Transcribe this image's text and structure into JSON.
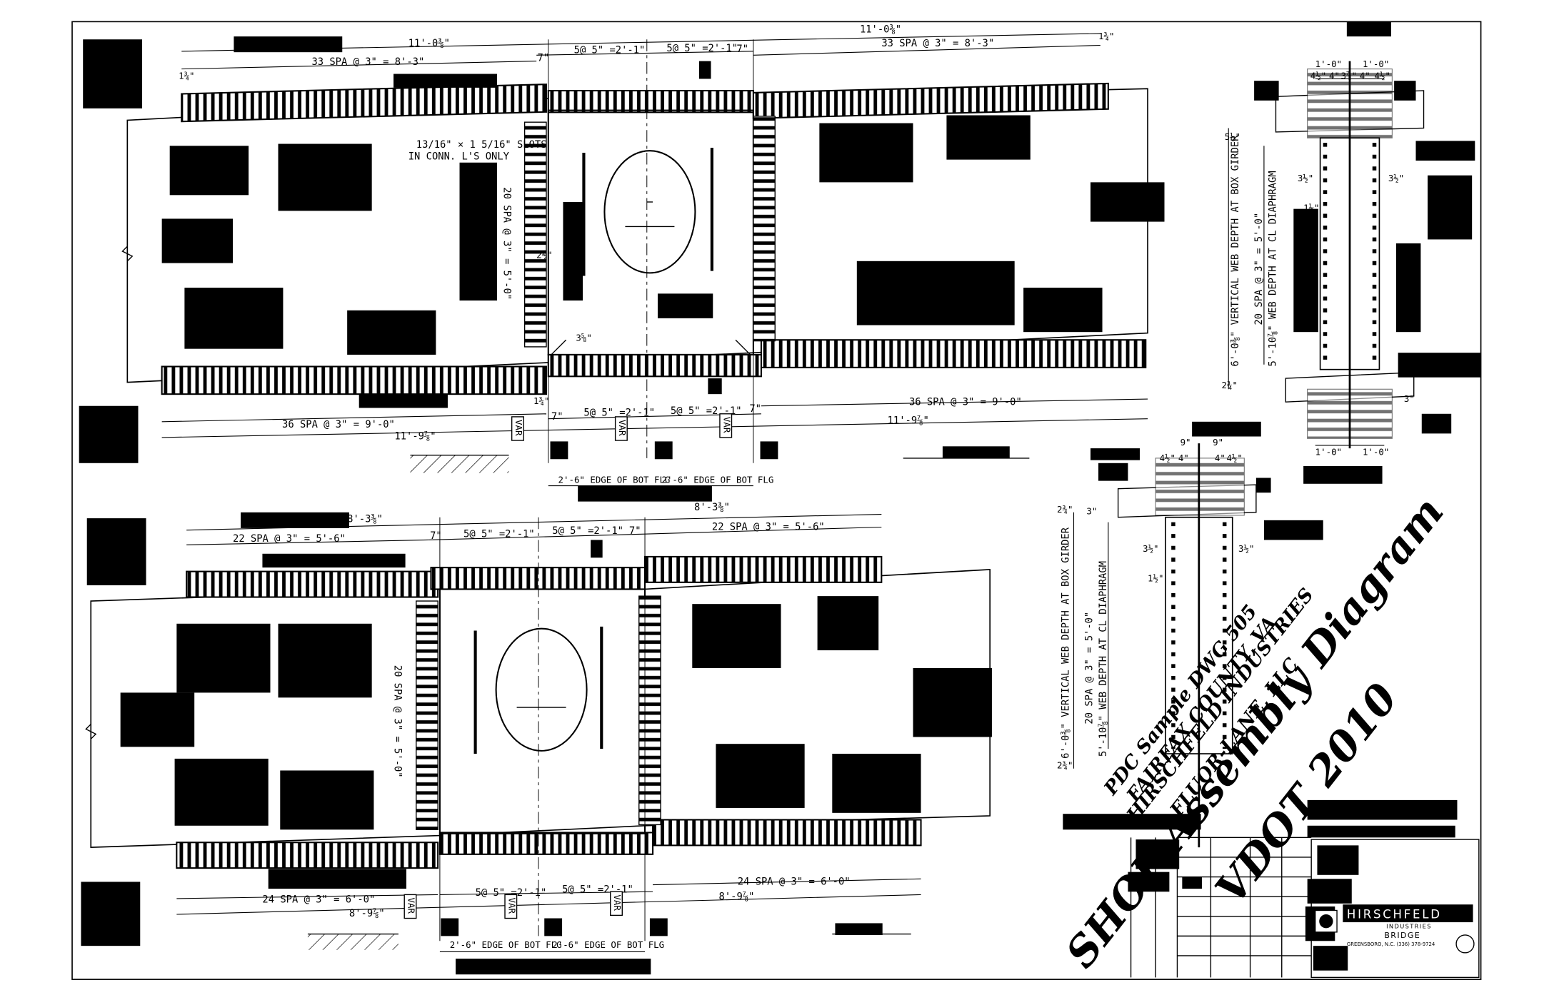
{
  "watermark": {
    "line1": "PDC Sample DWG 505",
    "line2": "FAIRFAX COUNTY, VA",
    "line3": "HIRSCHFELD INDUSTRIES",
    "line4": "FLUOR-LANE, LLC",
    "line5": "SHOP Assembly Diagram",
    "line6": "VDOT 2010"
  },
  "title_block": {
    "company": "HIRSCHFELD",
    "sub1": "INDUSTRIES",
    "sub2": "BRIDGE",
    "address": "GREENSBORO, N.C. (336) 378-9724"
  },
  "top_splice": {
    "dim_overall_left": "11'-0⅜\"",
    "dim_overall_right": "11'-0⅜\"",
    "dim_top_left": "33 SPA @ 3\" = 8'-3\"",
    "dim_top_right": "33 SPA @ 3\" = 8'-3\"",
    "dim_center_l": "5@ 5\" =2'-1\"",
    "dim_center_r": "5@ 5\" =2'-1\"",
    "dim_7a": "7\"",
    "dim_7b": "7\"",
    "dim_bot_left": "36 SPA @ 3\" = 9'-0\"",
    "dim_bot_right": "36 SPA @ 3\" = 9'-0\"",
    "dim_bot_overall_l": "11'-9⅞\"",
    "dim_bot_overall_r": "11'-9⅞\"",
    "dim_bot_c_l": "5@ 5\" =2'-1\"",
    "dim_bot_c_r": "5@ 5\" =2'-1\"",
    "dim_bot_7a": "7\"",
    "dim_bot_7b": "7\"",
    "slots_1": "13/16\" × 1 5/16\" SLOTS",
    "slots_2": "IN CONN. L'S ONLY",
    "vert": "20 SPA @ 3\" = 5'-0\"",
    "edge_l": "2'-6\" EDGE OF BOT FLG",
    "edge_r": "2'-6\" EDGE OF BOT FLG",
    "var": "VAR",
    "dim_small": "1¾\"",
    "dim_21": "2½\"",
    "dim_33": "3⅝\""
  },
  "bottom_splice": {
    "dim_overall_right": "8'-3⅜\"",
    "dim_overall_left": "8'-3⅜\"",
    "dim_top_left": "22 SPA @ 3\" = 5'-6\"",
    "dim_top_right": "22 SPA @ 3\" = 5'-6\"",
    "dim_center_l": "5@ 5\" =2'-1\"",
    "dim_center_r": "5@ 5\" =2'-1\"",
    "dim_7a": "7\"",
    "dim_7b": "7\"",
    "dim_bot_left": "24 SPA @ 3\" = 6'-0\"",
    "dim_bot_right": "24 SPA @ 3\" = 6'-0\"",
    "dim_bot_overall_l": "8'-9⅞\"",
    "dim_bot_overall_r": "8'-9⅞\"",
    "dim_bot_c_l": "5@ 5\" =2'-1\"",
    "dim_bot_c_r": "5@ 5\" =2'-1\"",
    "vert": "20 SPA @ 3\" = 5'-0\"",
    "edge_l": "2'-6\" EDGE OF BOT FLG",
    "edge_r": "2'-6\" EDGE OF BOT FLG",
    "var": "VAR"
  },
  "section_right": {
    "dim_1_0": "1'-0\"",
    "dim_4": "4\"",
    "dim_4_5": "4½\"",
    "dim_3_8": "3⅞\"",
    "vert1": "6'-0⅜\" VERTICAL WEB DEPTH AT BOX GIRDER",
    "vert2": "20 SPA @ 3\" = 5'-0\"",
    "vert3": "5'-10⅞\" WEB DEPTH AT CL DIAPHRAGM",
    "dim_3_5": "3½\"",
    "dim_1_5": "1½\"",
    "dim_2_3": "2¾\"",
    "dim_3": "3\"",
    "dim_5_5": "5½\""
  },
  "section_mid": {
    "dim_9": "9\"",
    "dim_4": "4\"",
    "dim_4_5": "4½\"",
    "vert1": "6'-0⅜\" VERTICAL WEB DEPTH AT BOX GIRDER",
    "vert2": "20 SPA @ 3\" = 5'-0\"",
    "vert3": "5'-10⅞\" WEB DEPTH AT CL DIAPHRAGM",
    "dim_3_5": "3½\"",
    "dim_1_5": "1½\"",
    "dim_2_3": "2¾\"",
    "dim_3": "3\""
  }
}
